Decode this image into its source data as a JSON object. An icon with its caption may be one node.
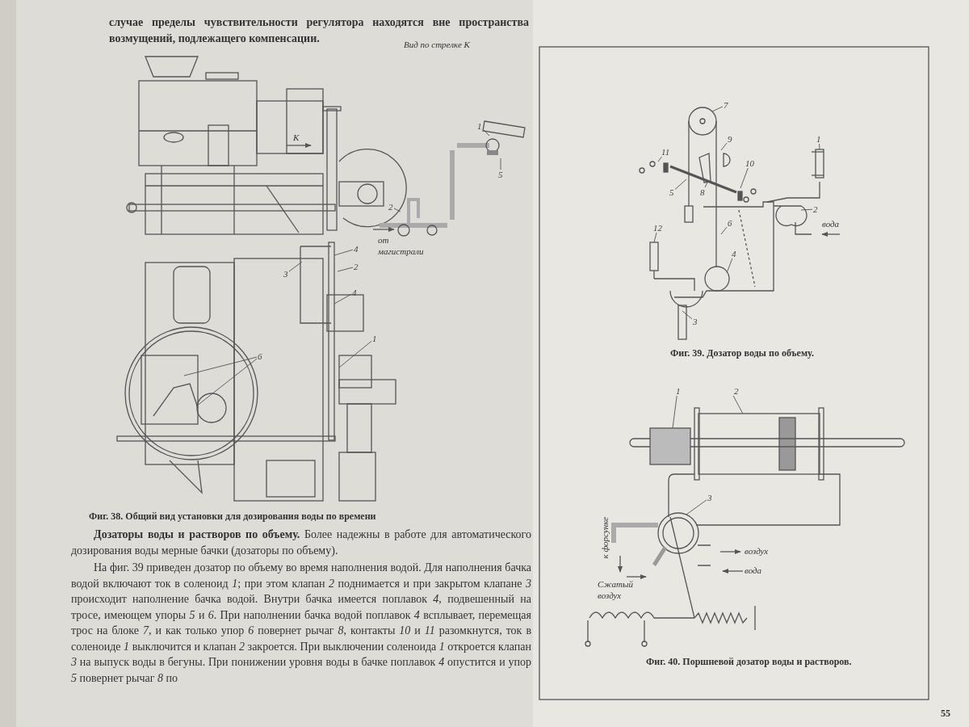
{
  "diagram": {
    "nodes": [
      {
        "text": [
          "1"
        ]
      },
      {
        "text": [
          "5"
        ]
      },
      {
        "text": [
          "2"
        ]
      },
      {
        "text": [
          "4"
        ]
      },
      {
        "text": [
          "2"
        ]
      },
      {
        "text": [
          "3"
        ]
      },
      {
        "text": [
          "4"
        ]
      },
      {
        "text": [
          "1"
        ]
      },
      {
        "text": [
          "6"
        ]
      },
      {
        "text": [
          "7"
        ]
      },
      {
        "text": [
          "9"
        ]
      },
      {
        "text": [
          "11"
        ]
      },
      {
        "text": [
          "5"
        ]
      },
      {
        "text": [
          "8"
        ]
      },
      {
        "text": [
          "10"
        ]
      },
      {
        "text": [
          "1"
        ]
      },
      {
        "text": [
          "2"
        ]
      },
      {
        "text": [
          "6"
        ]
      },
      {
        "text": [
          "4"
        ]
      },
      {
        "text": [
          "12"
        ]
      },
      {
        "text": [
          "3"
        ]
      },
      {
        "text": [
          "1"
        ]
      },
      {
        "text": [
          "2"
        ]
      },
      {
        "text": [
          "3"
        ]
      },
      {
        "text": [],
        "shape": "box"
      },
      {
        "text": [],
        "shape": "box"
      }
    ],
    "edges": [
      {
        "from": 0,
        "to": null,
        "arrow": "none"
      },
      {
        "from": 1,
        "to": null,
        "arrow": "none"
      },
      {
        "from": 2,
        "to": null,
        "arrow": "none"
      },
      {
        "from": 3,
        "to": null,
        "arrow": "none"
      },
      {
        "from": 4,
        "to": null,
        "arrow": "none"
      },
      {
        "from": 5,
        "to": null,
        "arrow": "none"
      },
      {
        "from": 6,
        "to": null,
        "arrow": "none"
      },
      {
        "from": 7,
        "to": null,
        "arrow": "none"
      },
      {
        "from": 8,
        "to": null,
        "arrow": "none"
      },
      {
        "from": 8,
        "to": null,
        "arrow": "none"
      },
      {
        "from": 9,
        "to": null,
        "arrow": "none"
      },
      {
        "from": 10,
        "to": null,
        "arrow": "none"
      },
      {
        "from": 11,
        "to": null,
        "arrow": "none"
      },
      {
        "from": 12,
        "to": null,
        "arrow": "none"
      },
      {
        "from": 13,
        "to": null,
        "arrow": "none"
      },
      {
        "from": 14,
        "to": null,
        "arrow": "none"
      },
      {
        "from": 15,
        "to": null,
        "arrow": "none"
      },
      {
        "from": 16,
        "to": null,
        "arrow": "none"
      },
      {
        "from": 17,
        "to": null,
        "arrow": "none"
      },
      {
        "from": 18,
        "to": null,
        "arrow": "none"
      },
      {
        "from": 19,
        "to": null,
        "arrow": "none"
      },
      {
        "from": 20,
        "to": null,
        "arrow": "none"
      },
      {
        "from": 21,
        "to": 24,
        "arrow": "none"
      },
      {
        "from": 22,
        "to": 25,
        "arrow": "none"
      },
      {
        "from": 23,
        "to": null,
        "arrow": "none"
      }
    ],
    "labels": [
      "случае пределы чувствительности регулятора находятся вне пространства возмущений, подлежащего компенсации.",
      "Вид по стрелке К",
      "К",
      "от магистрали",
      "Фиг. 38. Общий вид установки для дозирования воды по времени",
      "**Дозаторы воды и растворов по объему.** Более надежны в работе для автоматического дозирования воды мерные бачки (дозаторы по объему).",
      "На фиг. 39 приведен дозатор по объему во время наполнения водой. Для наполнения бачка водой включают ток в соленоид *1*; при этом клапан *2* поднимается и при закрытом клапане *3* происходит наполнение бачка водой. Внутри бачка имеется поплавок *4*, подвешенный на тросе, имеющем упоры *5* и *6*. При наполнении бачка водой поплавок *4* всплывает, перемещая трос на блоке *7*, и как только упор *6* повернет рычаг *8*, контакты *10* и *11* разомкнутся, ток в соленоиде *1* выключится и клапан *2* закроется. При выключении соленоида *1* откроется клапан *3* на выпуск воды в бегуны. При понижении уровня воды в бачке поплавок *4* опустится и упор *5* повернет рычаг *8* по",
      "вода",
      "Фиг. 39. Дозатор воды по объему.",
      "к форсунке",
      "воздух",
      "вода",
      "Сжатый воздух",
      "Фиг. 40. Поршневой дозатор воды и растворов.",
      "55"
    ]
  }
}
